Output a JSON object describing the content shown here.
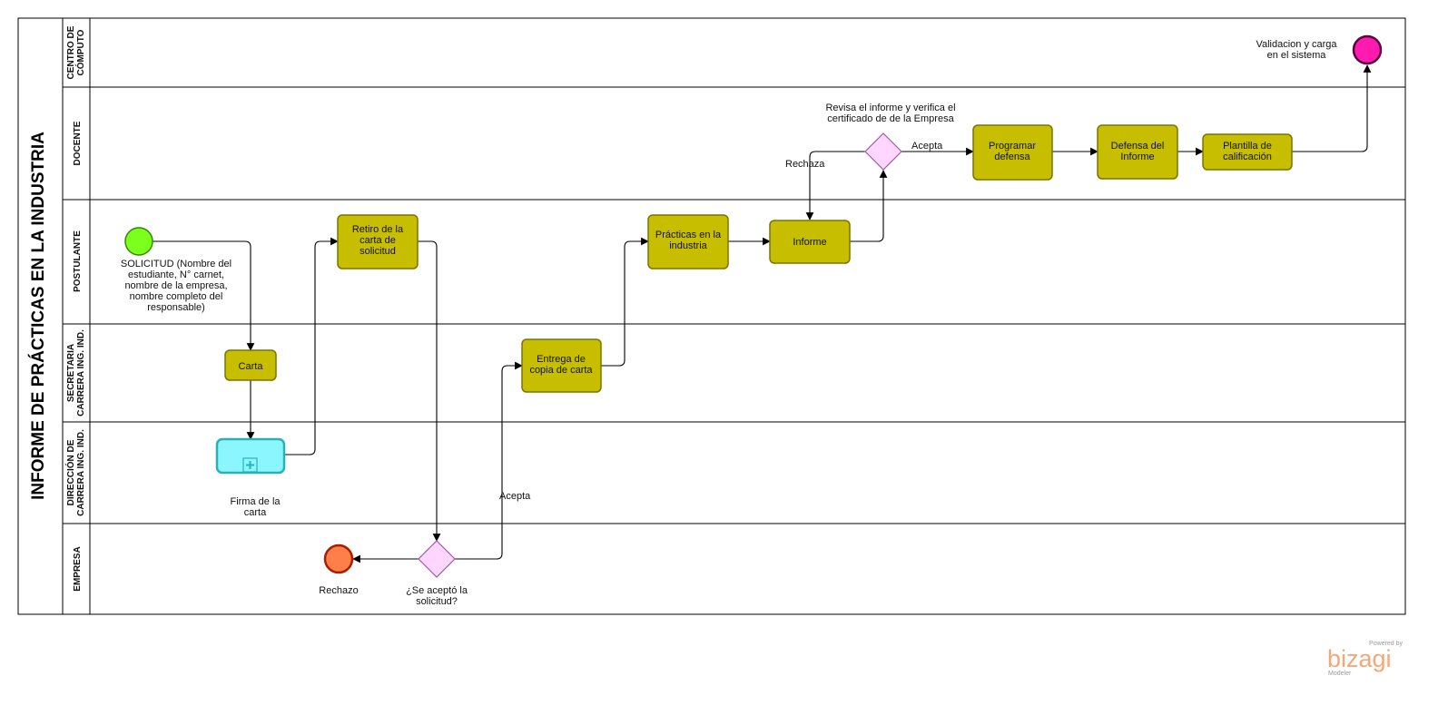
{
  "pool": {
    "title": "INFORME DE PRÁCTICAS EN LA INDUSTRIA"
  },
  "lanes": [
    {
      "lines": [
        "CENTRO DE",
        "CÓMPUTO"
      ]
    },
    {
      "lines": [
        "DOCENTE"
      ]
    },
    {
      "lines": [
        "POSTULANTE"
      ]
    },
    {
      "lines": [
        "SECRETARIA",
        "CARRERA ING. IND."
      ]
    },
    {
      "lines": [
        "DIRECCIÓN DE",
        "CARRERA ING. IND."
      ]
    },
    {
      "lines": [
        "EMPRESA"
      ]
    }
  ],
  "tasks": {
    "retiro": [
      "Retiro de la",
      "carta de",
      "solicitud"
    ],
    "practicas": [
      "Prácticas en la",
      "industria"
    ],
    "informe": [
      "Informe"
    ],
    "programar": [
      "Programar",
      "defensa"
    ],
    "defensa": [
      "Defensa del",
      "Informe"
    ],
    "plantilla": [
      "Plantilla de",
      "calificación"
    ],
    "carta": [
      "Carta"
    ],
    "entrega": [
      "Entrega de",
      "copia de carta"
    ]
  },
  "subprocess": {
    "label": [
      "Firma de la",
      "carta"
    ]
  },
  "events": {
    "start": [
      "SOLICITUD (Nombre del",
      "estudiante, N° carnet,",
      "nombre de la empresa,",
      "nombre completo del",
      "responsable)"
    ],
    "end_top": [
      "Validacion y carga",
      "en el sistema"
    ],
    "end_reject": [
      "Rechazo"
    ]
  },
  "gateways": {
    "revisa": [
      "Revisa el informe y verifica el",
      "certificado de de la Empresa"
    ],
    "acepto": [
      "¿Se aceptó la",
      "solicitud?"
    ]
  },
  "flow_labels": {
    "acepta_docente": "Acepta",
    "rechaza_docente": "Rechaza",
    "acepta_empresa": "Acepta"
  },
  "brand": {
    "powered_by": "Powered by",
    "name": "bizagi",
    "product": "Modeler"
  },
  "colors": {
    "task_fill": "#c7be00",
    "start_fill": "#7dff1e",
    "end_top_fill": "#ff1ab0",
    "end_reject_fill": "#ff7f4a",
    "gateway_fill": "#ffd6ff",
    "subprocess_fill": "#8cf6ff",
    "brand_color": "#f2a878"
  }
}
